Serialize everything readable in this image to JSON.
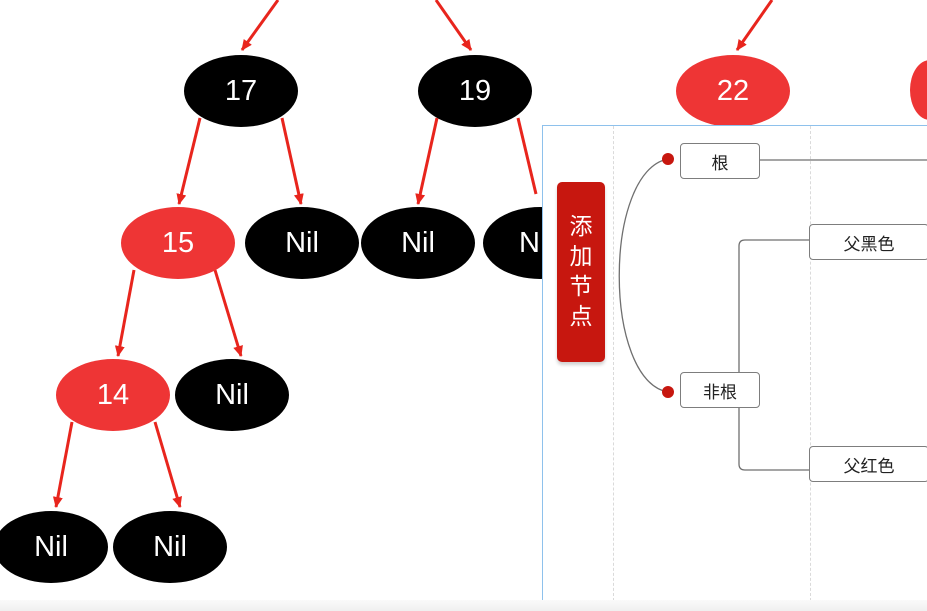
{
  "tree": {
    "nodes": [
      {
        "id": "n17",
        "label": "17",
        "color": "black"
      },
      {
        "id": "n19",
        "label": "19",
        "color": "black"
      },
      {
        "id": "n22",
        "label": "22",
        "color": "red"
      },
      {
        "id": "n15",
        "label": "15",
        "color": "red"
      },
      {
        "id": "nil_17",
        "label": "Nil",
        "color": "black"
      },
      {
        "id": "nil_19a",
        "label": "Nil",
        "color": "black"
      },
      {
        "id": "nil_19b",
        "label": "N",
        "color": "black"
      },
      {
        "id": "n14",
        "label": "14",
        "color": "red"
      },
      {
        "id": "nil_15",
        "label": "Nil",
        "color": "black"
      },
      {
        "id": "nil_14a",
        "label": "Nil",
        "color": "black"
      },
      {
        "id": "nil_14b",
        "label": "Nil",
        "color": "black"
      }
    ],
    "colors": {
      "black": "#000000",
      "red": "#ee3535",
      "edge": "#e8251d"
    }
  },
  "mindmap": {
    "root_label": "添加节点",
    "root_color": "#c7170f",
    "branch_root": "根",
    "branch_nonroot": "非根",
    "leaf_parent_black": "父黑色",
    "leaf_parent_red": "父红色"
  }
}
